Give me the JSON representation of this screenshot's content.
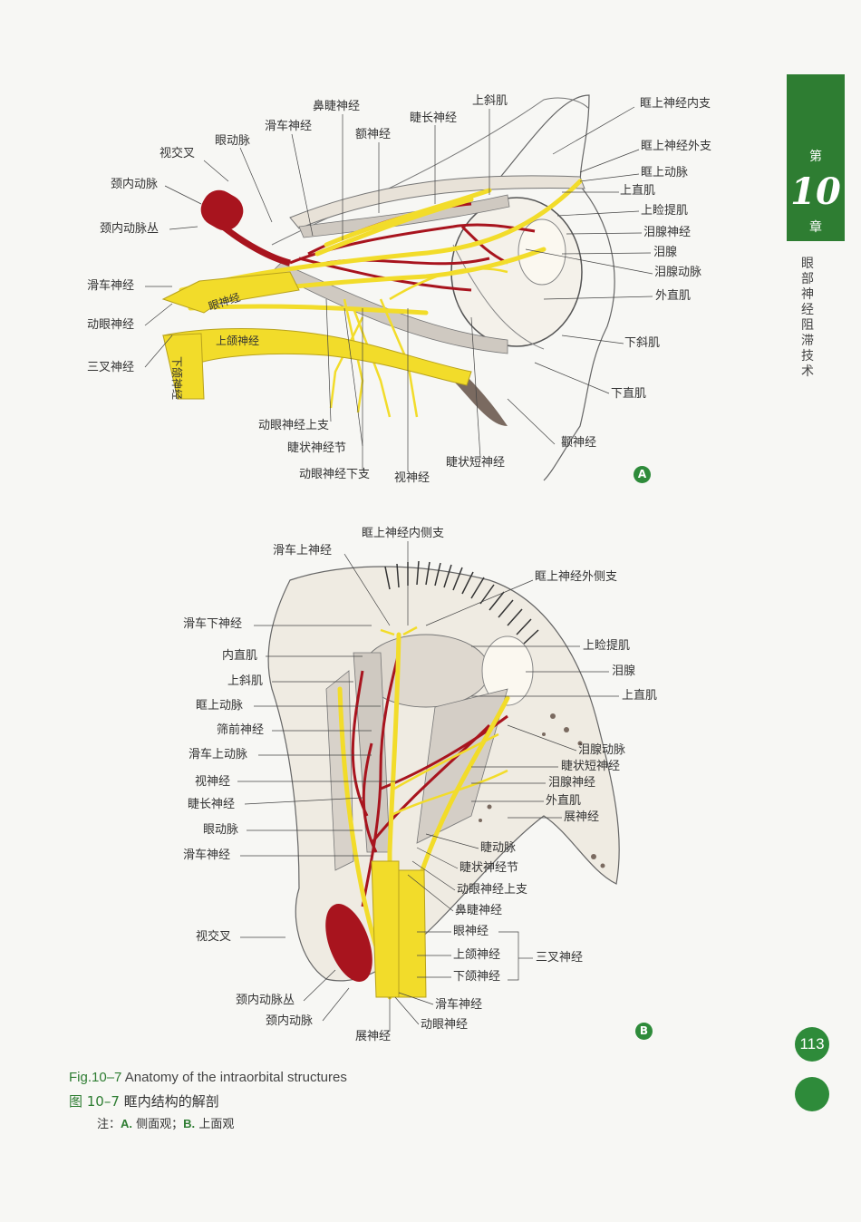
{
  "chapter_tab": {
    "prefix": "第",
    "number": "10",
    "suffix": "章"
  },
  "chapter_title": "眼部神经阻滞技术",
  "page_number": "113",
  "figure_a": {
    "badge": "A",
    "labels": {
      "optic_chiasm": "视交叉",
      "ophthalmic_artery": "眼动脉",
      "trochlear_nerve_top": "滑车神经",
      "nasociliary_nerve": "鼻睫神经",
      "frontal_nerve": "额神经",
      "long_ciliary_nerve": "睫长神经",
      "superior_oblique": "上斜肌",
      "supraorbital_medial": "眶上神经内支",
      "supraorbital_lateral": "眶上神经外支",
      "supraorbital_artery": "眶上动脉",
      "superior_rectus": "上直肌",
      "levator": "上睑提肌",
      "lacrimal_nerve": "泪腺神经",
      "lacrimal_gland": "泪腺",
      "lacrimal_artery": "泪腺动脉",
      "lateral_rectus": "外直肌",
      "inferior_oblique": "下斜肌",
      "inferior_rectus": "下直肌",
      "zygomatic_nerve": "颧神经",
      "short_ciliary_nerve": "睫状短神经",
      "optic_nerve": "视神经",
      "oculomotor_inferior": "动眼神经下支",
      "ciliary_ganglion": "睫状神经节",
      "oculomotor_superior": "动眼神经上支",
      "ica": "颈内动脉",
      "ica_plexus": "颈内动脉丛",
      "trochlear_nerve_left": "滑车神经",
      "oculomotor_nerve": "动眼神经",
      "trigeminal_nerve": "三叉神经",
      "inner_ophthalmic": "眼神经",
      "inner_maxillary": "上颌神经",
      "inner_mandibular": "下颌神经"
    }
  },
  "figure_b": {
    "badge": "B",
    "labels": {
      "supratrochlear": "滑车上神经",
      "supraorbital_medial": "眶上神经内侧支",
      "supraorbital_lateral": "眶上神经外侧支",
      "infratrochlear": "滑车下神经",
      "medial_rectus": "内直肌",
      "superior_oblique": "上斜肌",
      "supraorbital_artery": "眶上动脉",
      "ant_ethmoidal": "筛前神经",
      "supratrochlear_artery": "滑车上动脉",
      "optic_nerve": "视神经",
      "long_ciliary": "睫长神经",
      "ophthalmic_artery": "眼动脉",
      "trochlear": "滑车神经",
      "optic_chiasm": "视交叉",
      "ica_plexus": "颈内动脉丛",
      "ica": "颈内动脉",
      "abducens_bottom": "展神经",
      "levator": "上睑提肌",
      "lacrimal_gland": "泪腺",
      "superior_rectus": "上直肌",
      "lacrimal_artery": "泪腺动脉",
      "short_ciliary": "睫状短神经",
      "lacrimal_nerve": "泪腺神经",
      "lateral_rectus": "外直肌",
      "abducens": "展神经",
      "ciliary_artery": "睫动脉",
      "ciliary_ganglion": "睫状神经节",
      "oculomotor_superior": "动眼神经上支",
      "nasociliary": "鼻睫神经",
      "ophthalmic_nerve": "眼神经",
      "maxillary_nerve": "上颌神经",
      "mandibular_nerve": "下颌神经",
      "trigeminal": "三叉神经",
      "trochlear_bottom": "滑车神经",
      "oculomotor_bottom": "动眼神经"
    }
  },
  "caption": {
    "en_no": "Fig.10–7",
    "en_text": "Anatomy of the intraorbital structures",
    "cn_no": "图 10–7",
    "cn_text": "眶内结构的解剖",
    "note_prefix": "注：",
    "note_a_key": "A.",
    "note_a": "侧面观；",
    "note_b_key": "B.",
    "note_b": "上面观"
  },
  "colors": {
    "accent": "#2e7d32",
    "nerve": "#f2dc2a",
    "artery": "#a8141e"
  }
}
